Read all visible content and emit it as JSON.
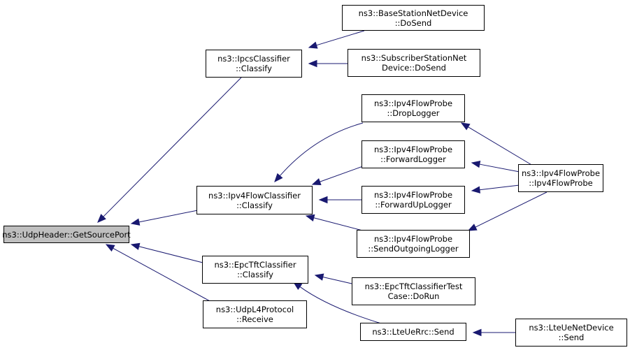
{
  "diagram": {
    "colors": {
      "edge": "#191970",
      "root_fill": "#bfbfbf",
      "node_fill": "#ffffff",
      "border": "#000000"
    },
    "nodes": [
      {
        "id": "root",
        "lines": [
          "ns3::UdpHeader::GetSourcePort"
        ]
      },
      {
        "id": "ipcs",
        "lines": [
          "ns3::IpcsClassifier",
          "::Classify"
        ]
      },
      {
        "id": "ipv4fc",
        "lines": [
          "ns3::Ipv4FlowClassifier",
          "::Classify"
        ]
      },
      {
        "id": "epctft",
        "lines": [
          "ns3::EpcTftClassifier",
          "::Classify"
        ]
      },
      {
        "id": "udpl4",
        "lines": [
          "ns3::UdpL4Protocol",
          "::Receive"
        ]
      },
      {
        "id": "bsnd",
        "lines": [
          "ns3::BaseStationNetDevice",
          "::DoSend"
        ]
      },
      {
        "id": "ssnd",
        "lines": [
          "ns3::SubscriberStationNet",
          "Device::DoSend"
        ]
      },
      {
        "id": "drop",
        "lines": [
          "ns3::Ipv4FlowProbe",
          "::DropLogger"
        ]
      },
      {
        "id": "fwd",
        "lines": [
          "ns3::Ipv4FlowProbe",
          "::ForwardLogger"
        ]
      },
      {
        "id": "fwdup",
        "lines": [
          "ns3::Ipv4FlowProbe",
          "::ForwardUpLogger"
        ]
      },
      {
        "id": "sendout",
        "lines": [
          "ns3::Ipv4FlowProbe",
          "::SendOutgoingLogger"
        ]
      },
      {
        "id": "probe",
        "lines": [
          "ns3::Ipv4FlowProbe",
          "::Ipv4FlowProbe"
        ]
      },
      {
        "id": "eptest",
        "lines": [
          "ns3::EpcTftClassifierTest",
          "Case::DoRun"
        ]
      },
      {
        "id": "lterrc",
        "lines": [
          "ns3::LteUeRrc::Send"
        ]
      },
      {
        "id": "ltend",
        "lines": [
          "ns3::LteUeNetDevice",
          "::Send"
        ]
      }
    ],
    "edges": [
      {
        "from": "ipcs",
        "to": "root"
      },
      {
        "from": "ipv4fc",
        "to": "root"
      },
      {
        "from": "epctft",
        "to": "root"
      },
      {
        "from": "udpl4",
        "to": "root"
      },
      {
        "from": "bsnd",
        "to": "ipcs"
      },
      {
        "from": "ssnd",
        "to": "ipcs"
      },
      {
        "from": "drop",
        "to": "ipv4fc"
      },
      {
        "from": "fwd",
        "to": "ipv4fc"
      },
      {
        "from": "fwdup",
        "to": "ipv4fc"
      },
      {
        "from": "sendout",
        "to": "ipv4fc"
      },
      {
        "from": "probe",
        "to": "drop"
      },
      {
        "from": "probe",
        "to": "fwd"
      },
      {
        "from": "probe",
        "to": "fwdup"
      },
      {
        "from": "probe",
        "to": "sendout"
      },
      {
        "from": "eptest",
        "to": "epctft"
      },
      {
        "from": "lterrc",
        "to": "epctft"
      },
      {
        "from": "ltend",
        "to": "lterrc"
      }
    ]
  }
}
